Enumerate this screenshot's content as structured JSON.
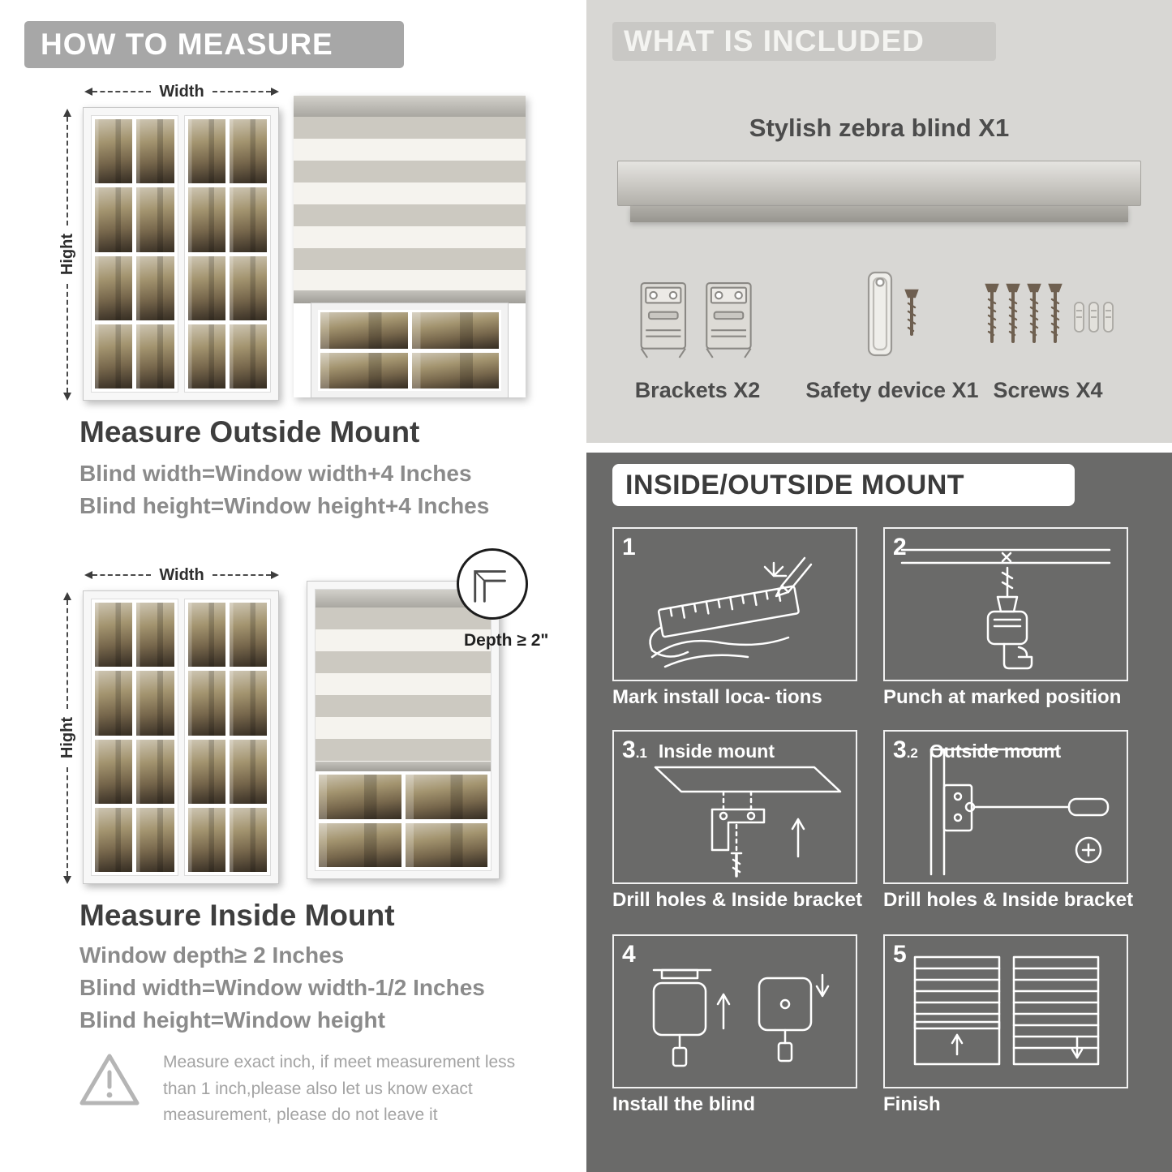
{
  "colors": {
    "banner_gray": "#a7a7a7",
    "light_section": "#d8d7d4",
    "dark_section": "#6a6a69",
    "heading_text": "#3e3e3e",
    "body_text": "#8b8b8b"
  },
  "how_to_measure": {
    "header": "HOW TO MEASURE",
    "outside": {
      "width_label": "Width",
      "height_label": "Hight",
      "title": "Measure Outside Mount",
      "lines": [
        "Blind width=Window width+4 Inches",
        "Blind height=Window height+4 Inches"
      ]
    },
    "inside": {
      "width_label": "Width",
      "height_label": "Hight",
      "depth_label": "Depth ≥ 2\"",
      "title": "Measure Inside Mount",
      "lines": [
        "Window depth≥ 2 Inches",
        "Blind width=Window width-1/2 Inches",
        "Blind height=Window height"
      ]
    },
    "warning": "Measure exact inch, if meet measurement less than 1 inch,please also let us know exact measurement, please do not leave it"
  },
  "included": {
    "header": "WHAT IS INCLUDED",
    "product": "Stylish zebra blind X1",
    "items": [
      {
        "label": "Brackets X2",
        "icon": "brackets-icon"
      },
      {
        "label": "Safety device X1",
        "icon": "safety-device-icon"
      },
      {
        "label": "Screws X4",
        "icon": "screws-icon"
      }
    ]
  },
  "mount_guide": {
    "header": "INSIDE/OUTSIDE MOUNT",
    "steps": [
      {
        "num": "1",
        "caption": "Mark install loca- tions"
      },
      {
        "num": "2",
        "caption": "Punch at  marked position"
      },
      {
        "num": "3",
        "sub": ".1",
        "title": "Inside mount",
        "caption": "Drill holes &  Inside bracket"
      },
      {
        "num": "3",
        "sub": ".2",
        "title": "Outside mount",
        "caption": "Drill holes &  Inside bracket"
      },
      {
        "num": "4",
        "caption": "Install the blind"
      },
      {
        "num": "5",
        "caption": "Finish"
      }
    ]
  }
}
